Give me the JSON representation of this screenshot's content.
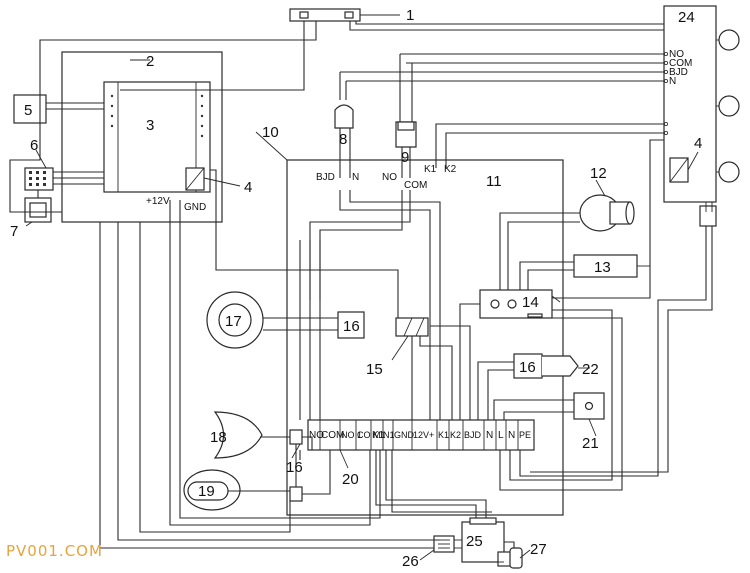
{
  "callouts": [
    "1",
    "2",
    "3",
    "4",
    "5",
    "6",
    "7",
    "8",
    "9",
    "10",
    "11",
    "12",
    "13",
    "14",
    "15",
    "16",
    "16",
    "16",
    "16",
    "17",
    "18",
    "19",
    "20",
    "21",
    "22",
    "24",
    "25",
    "26",
    "27"
  ],
  "terminals": {
    "unit24": [
      "NO",
      "COM",
      "BJD",
      "N"
    ],
    "board_top": [
      "BJD",
      "N",
      "NO",
      "COM",
      "K1",
      "K2"
    ],
    "controller2": [
      "+12V",
      "GND"
    ],
    "terminal_strip": [
      "NO",
      "COM",
      "NO 1",
      "CO M1",
      "K1",
      "N1",
      "GND",
      "12V+",
      "K1",
      "K2",
      "BJD",
      "N",
      "L",
      "N",
      "PE"
    ]
  },
  "watermark": "PV001.COM"
}
